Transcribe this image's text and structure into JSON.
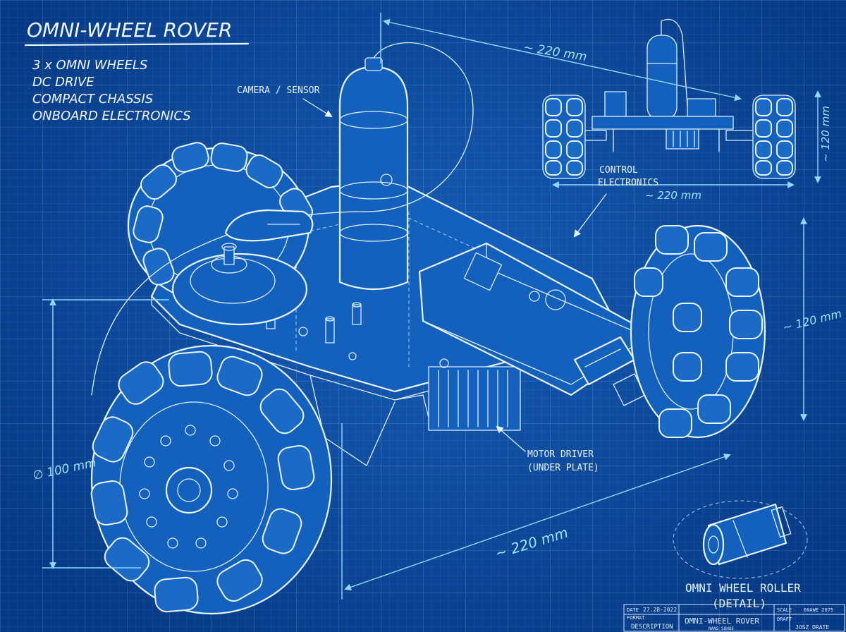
{
  "title": "OMNI-WHEEL ROVER",
  "features": [
    "3 x OMNI WHEELS",
    "DC DRIVE",
    "COMPACT CHASSIS",
    "ONBOARD ELECTRONICS"
  ],
  "callouts": {
    "camera": "CAMERA / SENSOR",
    "control_line1": "CONTROL",
    "control_line2": "ELECTRONICS",
    "motor_line1": "MOTOR DRIVER",
    "motor_line2": "(UNDER PLATE)"
  },
  "dimensions": {
    "top_length": "~ 220 mm",
    "front_width": "~ 220 mm",
    "front_height": "~ 120 mm",
    "side_height": "~ 120 mm",
    "wheel_diameter": "∅ 100 mm",
    "base_length": "~ 220 mm"
  },
  "detail": {
    "line1": "OMNI WHEEL ROLLER",
    "line2": "(DETAIL)"
  },
  "title_block": {
    "date_label": "DATE",
    "date_value": "27.28-2022",
    "desc_label": "DESCRIPTION",
    "format_label": "FORMAT",
    "name_value": "OMNI-WHEEL ROVER",
    "name_sub": "NANS SOHOE",
    "scale_label": "SCALE",
    "scale_value": "60AWE 2075",
    "drawn_label": "DRAFT",
    "drawn_value": "JOSZ DRATE"
  },
  "colors": {
    "background": "#0b4fa3",
    "line": "#e9f5ff",
    "dimension": "#8fd8ff"
  }
}
